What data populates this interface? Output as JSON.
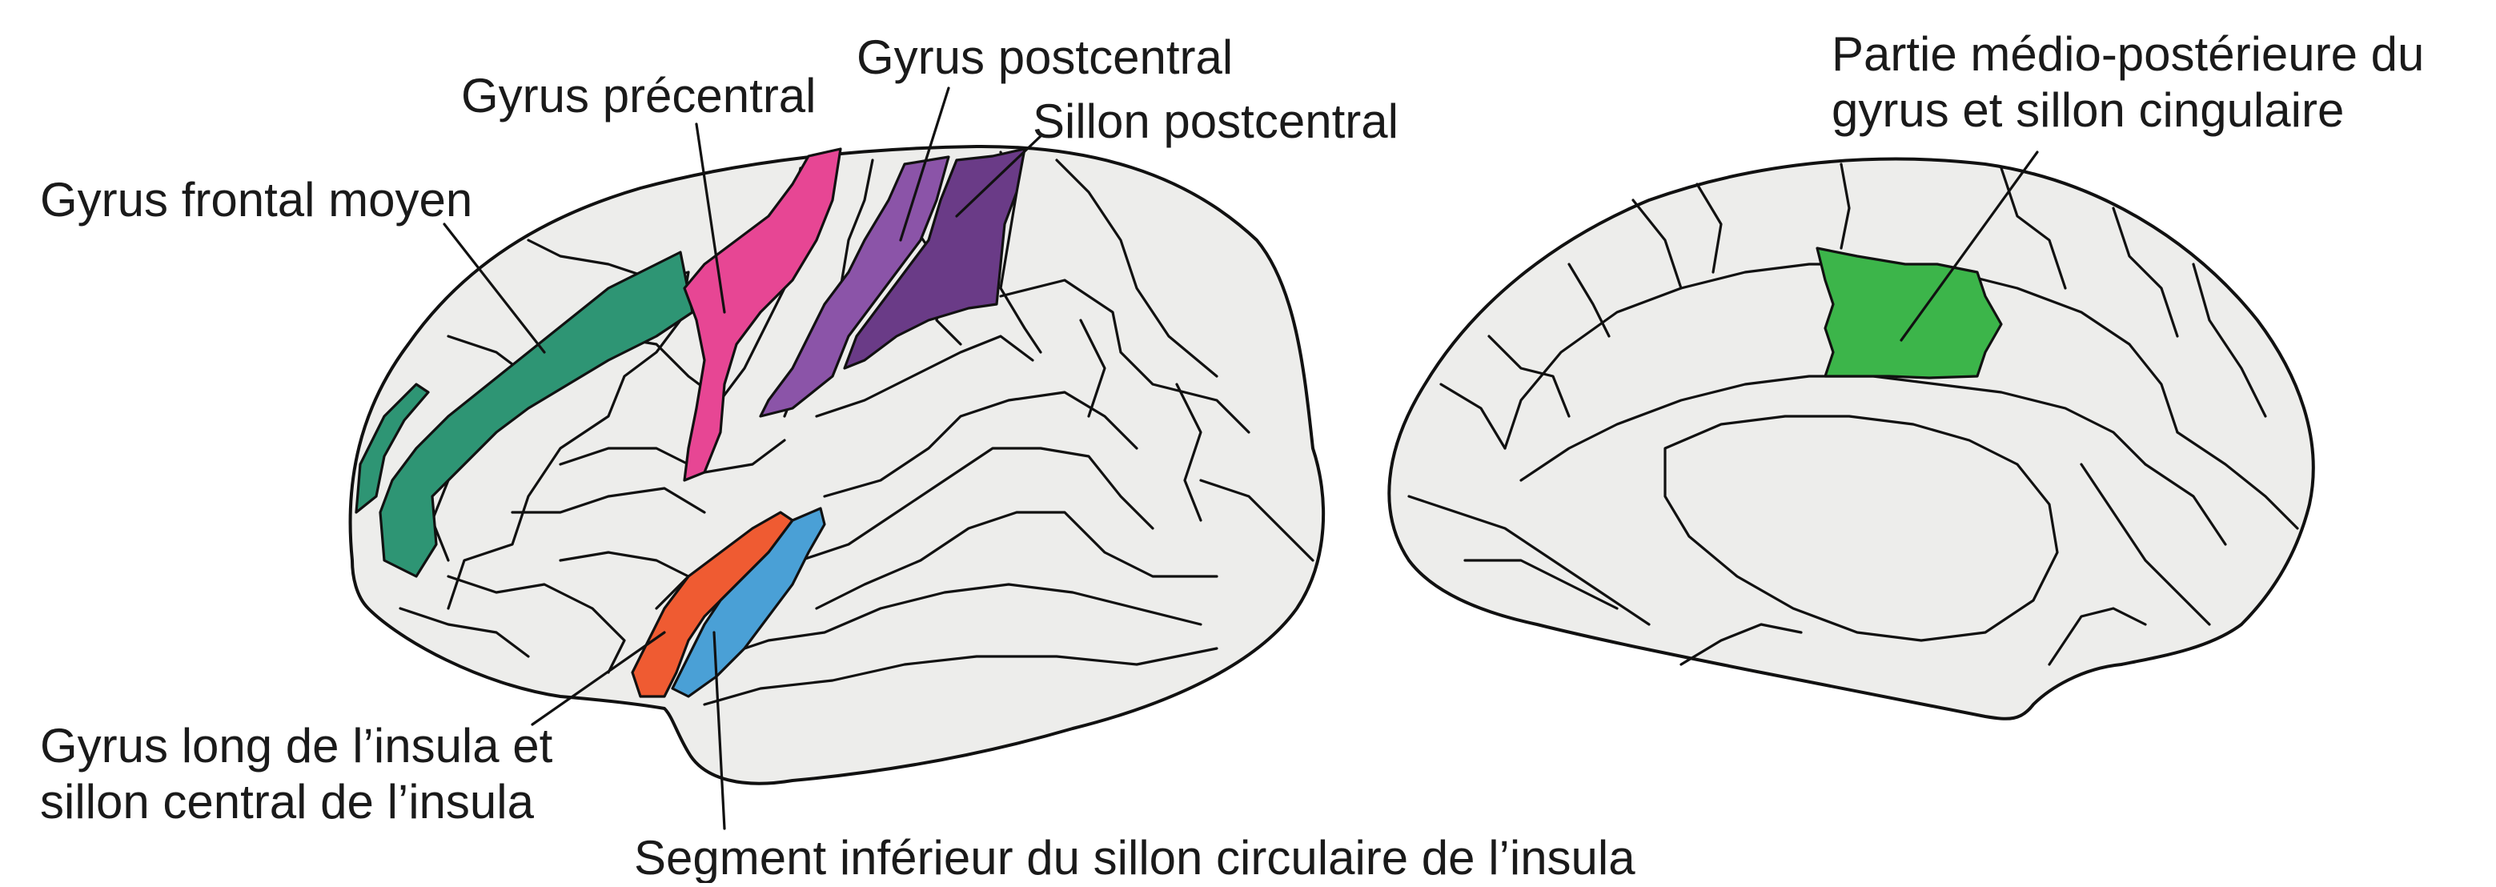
{
  "labels": {
    "gyrus_precentral": "Gyrus précentral",
    "gyrus_postcentral": "Gyrus postcentral",
    "sillon_postcentral": "Sillon postcentral",
    "gyrus_frontal_moyen": "Gyrus frontal moyen",
    "insula_long_line1": "Gyrus long de l’insula et",
    "insula_long_line2": "sillon central de l’insula",
    "segment_inferieur": "Segment inférieur du sillon circulaire de l’insula",
    "cingulaire_line1": "Partie médio-postérieure du",
    "cingulaire_line2": "gyrus et sillon cingulaire"
  },
  "colors": {
    "background": "#ffffff",
    "cortex": "#ededeb",
    "outline": "#111111",
    "gyrus_frontal_moyen": "#2e9574",
    "gyrus_precentral": "#e74694",
    "gyrus_postcentral": "#8b54a8",
    "sillon_postcentral": "#6a3b87",
    "insula_long": "#ef5b32",
    "segment_inferieur": "#4aa0d6",
    "cingulaire": "#3cb54a"
  }
}
